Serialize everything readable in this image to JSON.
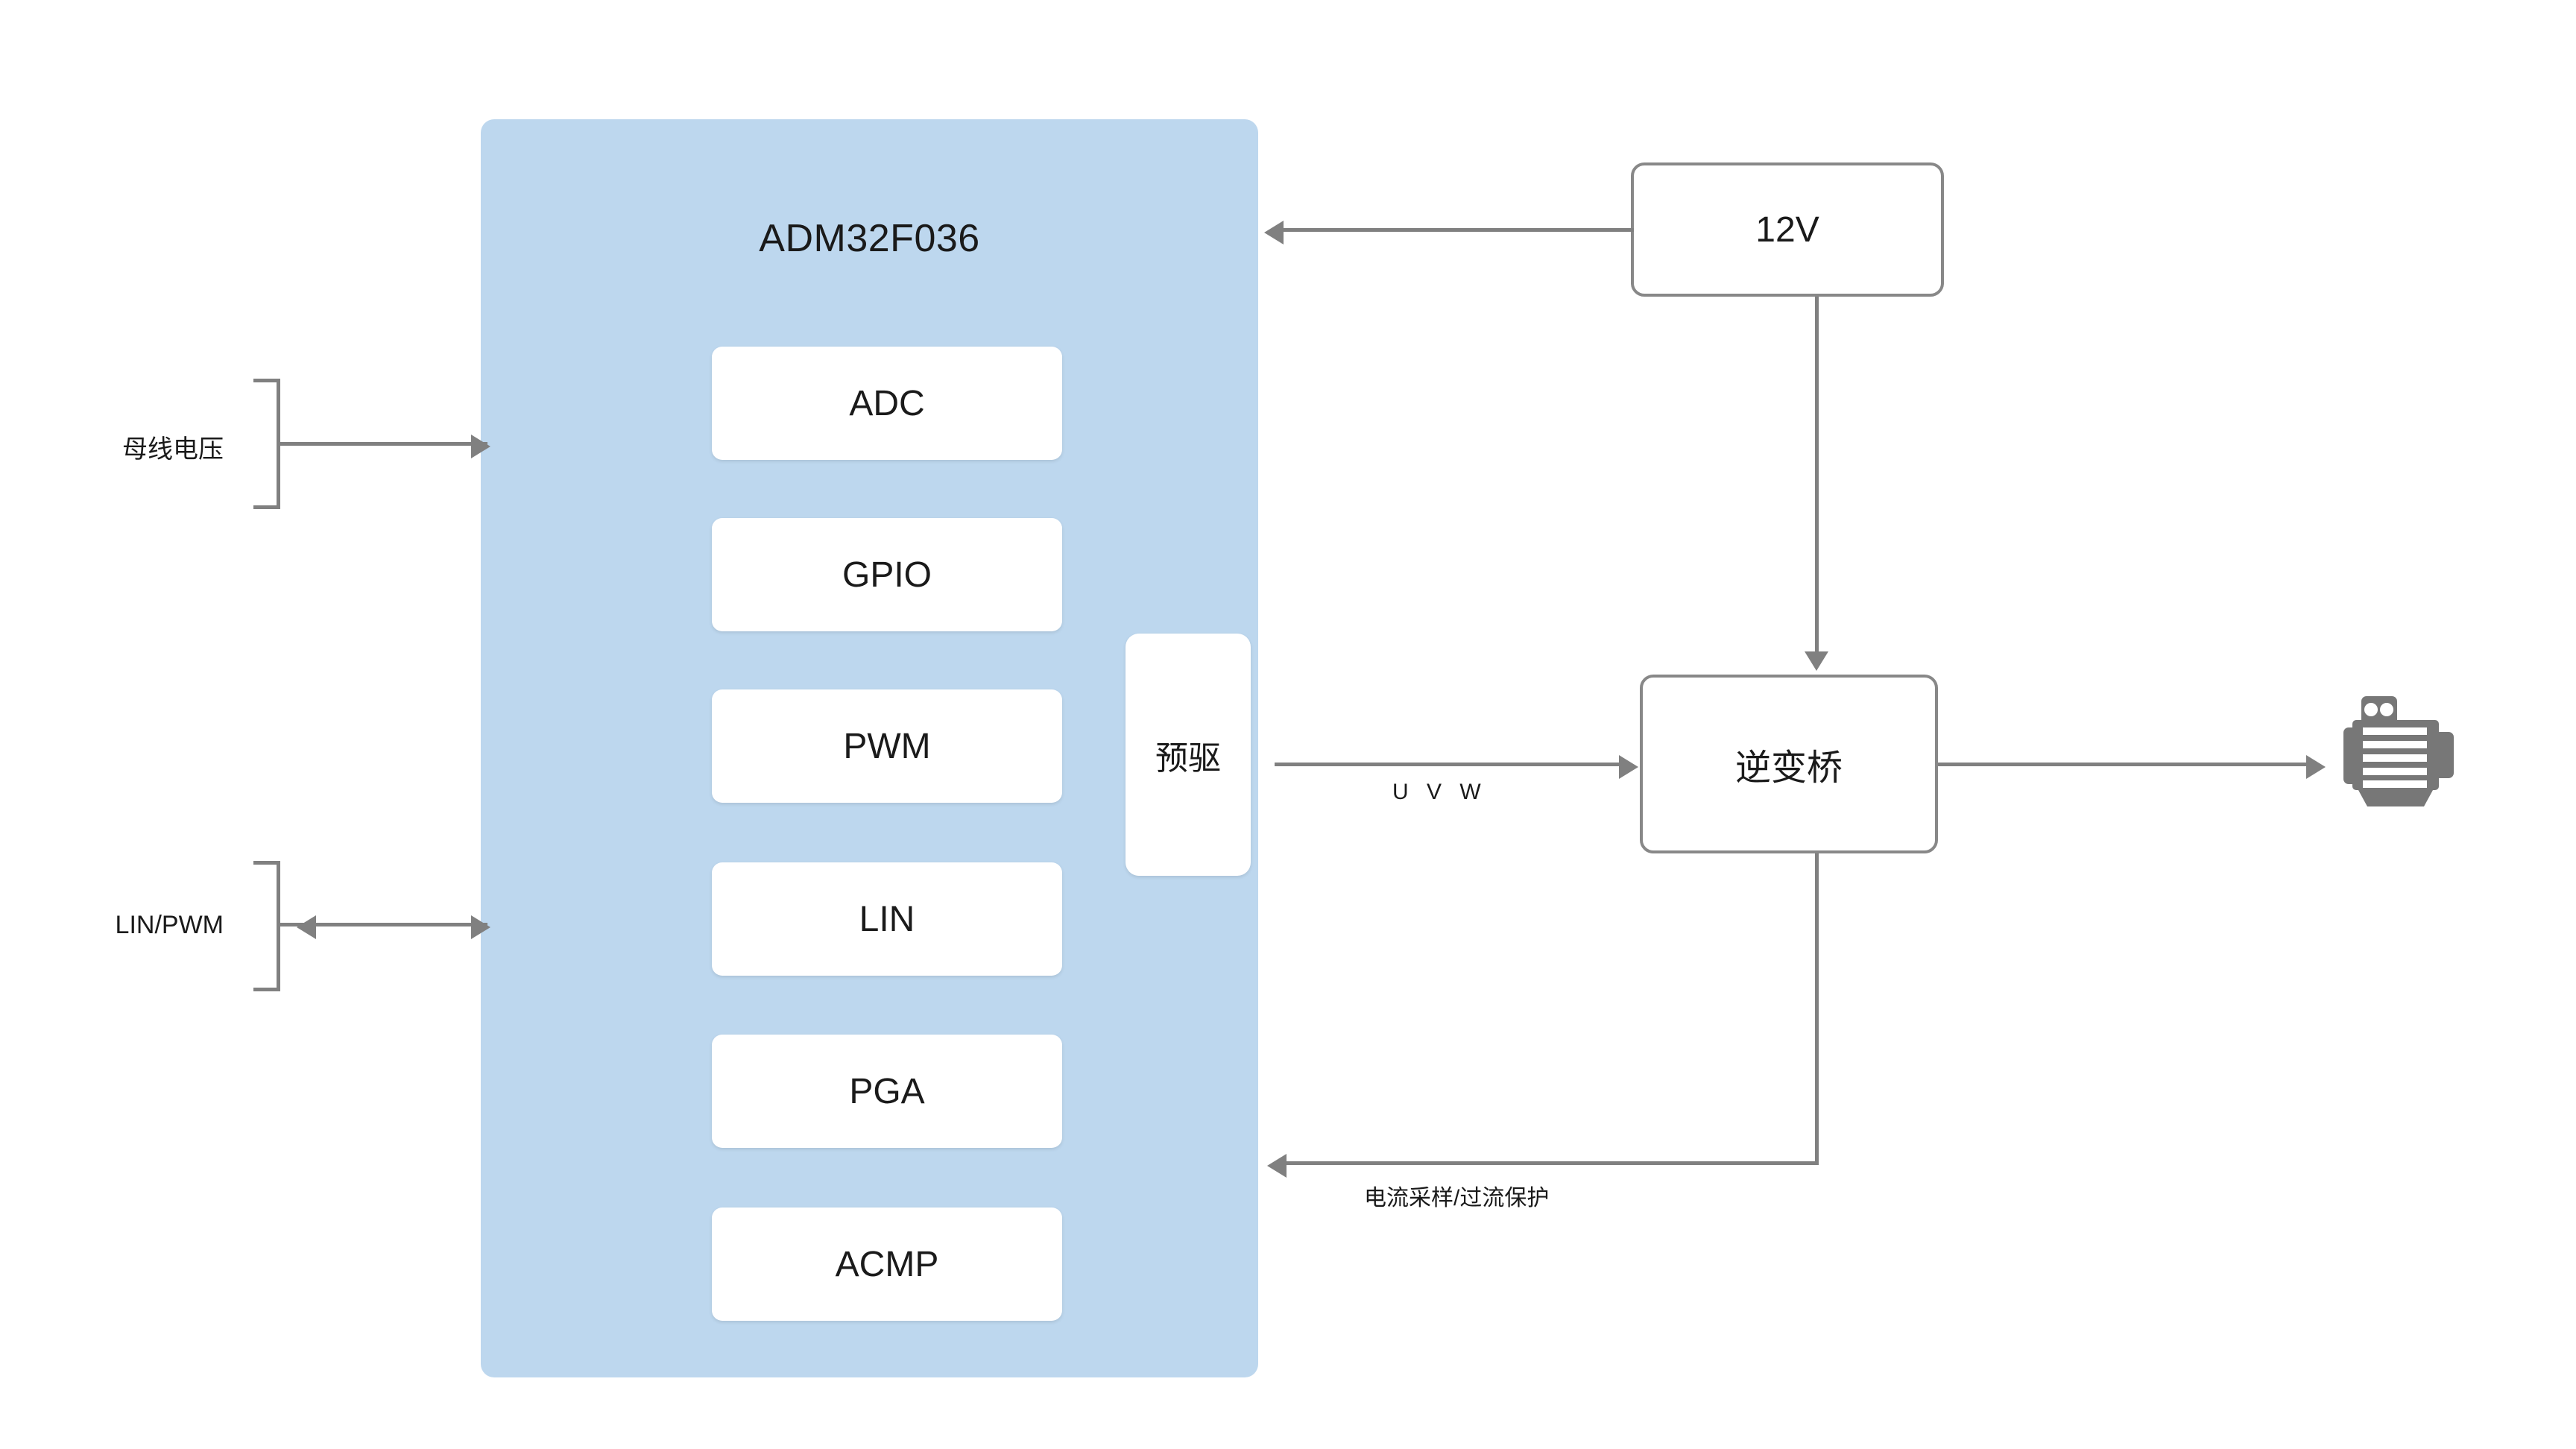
{
  "diagram": {
    "title": "ADM32F036",
    "colors": {
      "mcu_fill": "#bdd7ee",
      "module_fill": "#ffffff",
      "line": "#808080",
      "motor": "#777777",
      "text": "#1a1a1a"
    }
  },
  "mcu": {
    "label": "ADM32F036",
    "modules": [
      {
        "label": "ADC"
      },
      {
        "label": "GPIO"
      },
      {
        "label": "PWM"
      },
      {
        "label": "LIN"
      },
      {
        "label": "PGA"
      },
      {
        "label": "ACMP"
      }
    ],
    "predriver": {
      "label": "预驱"
    }
  },
  "external_blocks": {
    "supply": {
      "label": "12V"
    },
    "inverter": {
      "label": "逆变桥"
    },
    "motor": {
      "icon": "motor-icon"
    }
  },
  "signals": {
    "bus_voltage": {
      "label": "母线电压",
      "direction": "in"
    },
    "lin_pwm": {
      "label": "LIN/PWM",
      "direction": "bidirectional"
    },
    "phase_output": {
      "label": "U V W",
      "direction": "out"
    },
    "current_feedback": {
      "label": "电流采样/过流保护",
      "direction": "in"
    }
  }
}
